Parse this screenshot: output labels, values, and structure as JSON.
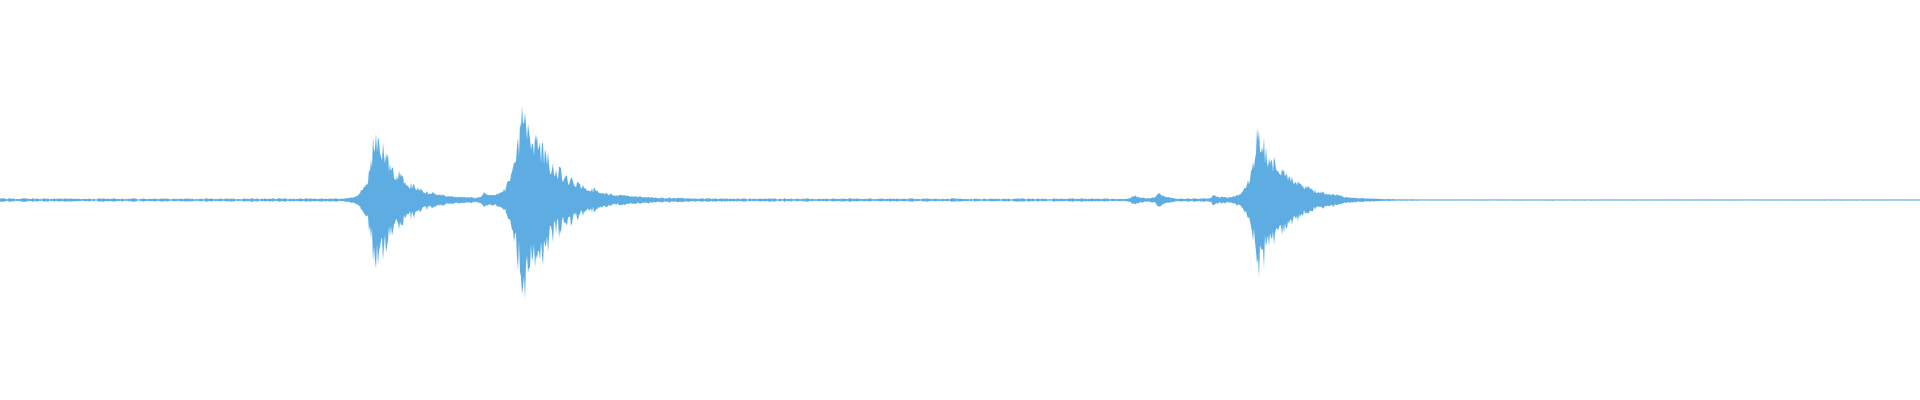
{
  "waveform": {
    "color": "#5dade2",
    "bursts": [
      {
        "position": 0.195,
        "amplitude": 0.7,
        "decay": 0.012
      },
      {
        "position": 0.252,
        "amplitude": 0.05,
        "decay": 0.004
      },
      {
        "position": 0.272,
        "amplitude": 0.95,
        "decay": 0.016
      },
      {
        "position": 0.59,
        "amplitude": 0.04,
        "decay": 0.004
      },
      {
        "position": 0.603,
        "amplitude": 0.06,
        "decay": 0.004
      },
      {
        "position": 0.632,
        "amplitude": 0.04,
        "decay": 0.004
      },
      {
        "position": 0.655,
        "amplitude": 0.7,
        "decay": 0.014
      }
    ],
    "noise_floor": 0.01,
    "quiet_after": 0.7
  }
}
